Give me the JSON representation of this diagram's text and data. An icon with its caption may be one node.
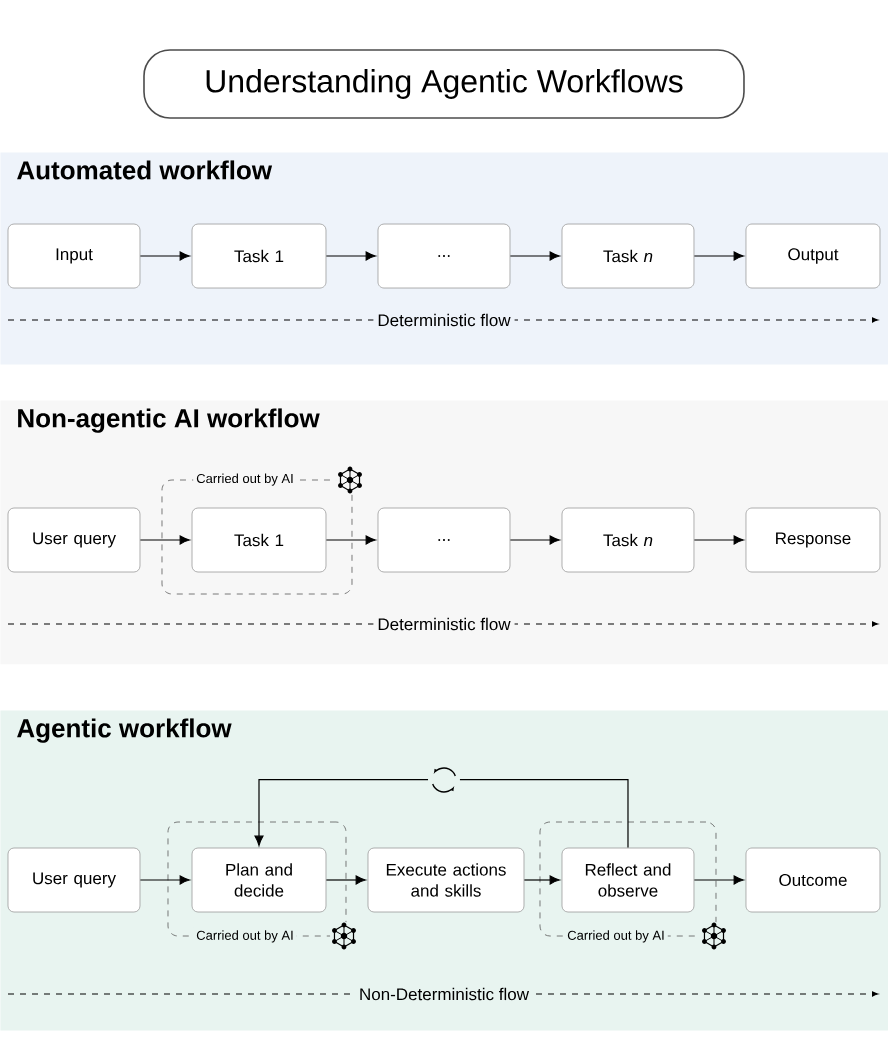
{
  "diagram": {
    "title": "Understanding Agentic Workflows",
    "nodes": [
      {
        "text": [
          "Automated workflow"
        ]
      },
      {
        "text": [
          "Input"
        ],
        "in": 0
      },
      {
        "text": [
          "Task 1"
        ],
        "in": 0
      },
      {
        "text": [
          "..."
        ],
        "in": 0
      },
      {
        "text": [
          "Task *n*"
        ],
        "in": 0
      },
      {
        "text": [
          "Output"
        ],
        "in": 0
      },
      {
        "text": [
          "Non-agentic AI workflow"
        ]
      },
      {
        "text": [
          "User query"
        ],
        "in": 6
      },
      {
        "text": [
          "Carried out by AI"
        ],
        "in": 6
      },
      {
        "text": [
          "Task 1"
        ],
        "in": 8
      },
      {
        "text": [
          "..."
        ],
        "in": 6
      },
      {
        "text": [
          "Task *n*"
        ],
        "in": 6
      },
      {
        "text": [
          "Response"
        ],
        "in": 6
      },
      {
        "text": [
          "Agentic workflow"
        ]
      },
      {
        "text": [
          "User query"
        ],
        "in": 13
      },
      {
        "text": [
          "Carried out by AI"
        ],
        "in": 13
      },
      {
        "text": [
          "Plan and decide"
        ],
        "in": 15
      },
      {
        "text": [
          "Execute actions and skills"
        ],
        "in": 13
      },
      {
        "text": [
          "Carried out by AI"
        ],
        "in": 13
      },
      {
        "text": [
          "Reflect and observe"
        ],
        "in": 18
      },
      {
        "text": [
          "Outcome"
        ],
        "in": 13
      }
    ],
    "edges": [
      {
        "from": 1,
        "to": 2,
        "arrow": "to"
      },
      {
        "from": 2,
        "to": 3,
        "arrow": "to"
      },
      {
        "from": 3,
        "to": 4,
        "arrow": "to"
      },
      {
        "from": 4,
        "to": 5,
        "arrow": "to"
      },
      {
        "from": 7,
        "to": 9,
        "arrow": "to"
      },
      {
        "from": 9,
        "to": 10,
        "arrow": "to"
      },
      {
        "from": 10,
        "to": 11,
        "arrow": "to"
      },
      {
        "from": 11,
        "to": 12,
        "arrow": "to"
      },
      {
        "from": 14,
        "to": 16,
        "arrow": "to"
      },
      {
        "from": 16,
        "to": 17,
        "arrow": "to"
      },
      {
        "from": 17,
        "to": 19,
        "arrow": "to"
      },
      {
        "from": 19,
        "to": 20,
        "arrow": "to"
      },
      {
        "from": 19,
        "to": 16,
        "arrow": "to"
      }
    ],
    "labels": [
      "Deterministic flow",
      "Deterministic flow",
      "Non-Deterministic flow"
    ]
  }
}
